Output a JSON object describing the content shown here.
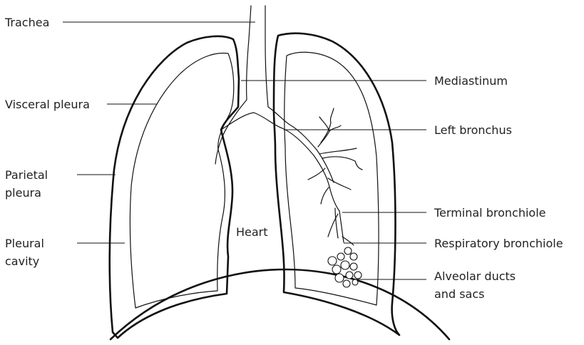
{
  "labels": {
    "trachea": "Trachea",
    "visceral_pleura": "Visceral pleura",
    "parietal_pleura_line1": "Parietal",
    "parietal_pleura_line2": "pleura",
    "pleural_cavity_line1": "Pleural",
    "pleural_cavity_line2": "cavity",
    "heart": "Heart",
    "mediastinum": "Mediastinum",
    "left_bronchus": "Left bronchus",
    "terminal_bronchiole": "Terminal bronchiole",
    "respiratory_bronchiole": "Respiratory bronchiole",
    "alveolar_ducts_line1": "Alveolar ducts",
    "alveolar_ducts_line2": "and sacs"
  },
  "colors": {
    "line": "#111111",
    "text": "#222222",
    "background": "#ffffff"
  }
}
